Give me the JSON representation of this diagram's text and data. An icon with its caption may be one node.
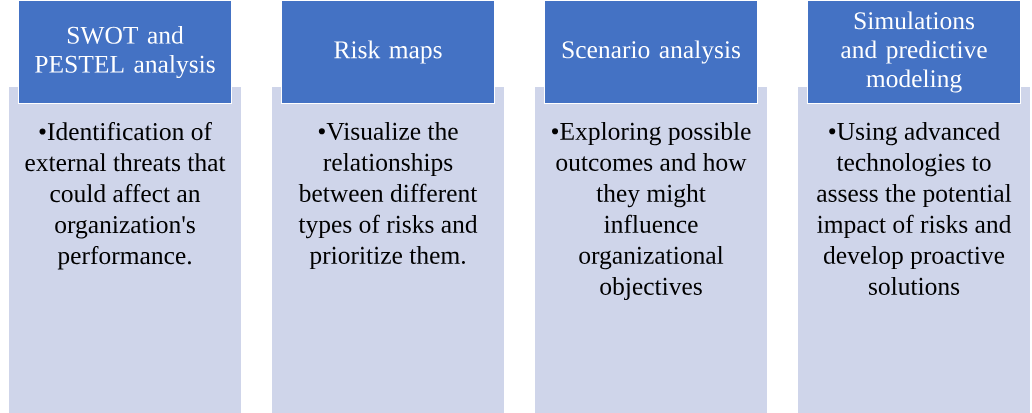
{
  "diagram": {
    "nodes": [
      {
        "text": [
          "SWOT and PESTEL analysis"
        ]
      },
      {
        "text": [
          "•Identification of external threats that could affect an organization's performance."
        ]
      },
      {
        "text": [
          "Risk maps"
        ]
      },
      {
        "text": [
          "•Visualize the relationships between different types of risks and prioritize them."
        ]
      },
      {
        "text": [
          "Scenario analysis"
        ]
      },
      {
        "text": [
          "•Exploring possible outcomes and how they might influence organizational objectives"
        ]
      },
      {
        "text": [
          "Simulations and predictive modeling"
        ]
      },
      {
        "text": [
          "•Using advanced technologies to assess the potential impact of risks and develop proactive solutions"
        ]
      }
    ]
  }
}
